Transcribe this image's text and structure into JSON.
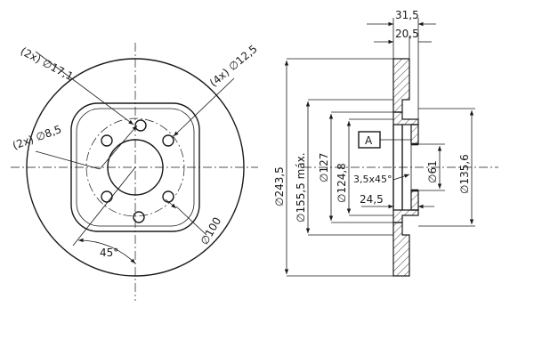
{
  "front_view": {
    "label_holes_outer": "(2x) ∅17,1",
    "label_holes_inner": "(2x) ∅8,5",
    "label_bolts": "(4x) ∅12,5",
    "label_pcd": "∅100",
    "label_angle": "45°"
  },
  "section_view": {
    "dim_total_width": "31,5",
    "dim_hat_width": "20,5",
    "dim_outer_diameter": "∅243,5",
    "dim_braking_max": "∅155,5 máx.",
    "dim_hat_diameter": "∅127",
    "dim_hat_inner": "∅124,8",
    "dim_chamfer": "3,5x45°",
    "dim_hub_depth": "24,5",
    "dim_center_bore": "∅61",
    "dim_hub_outer": "∅135,6",
    "datum_label": "A"
  }
}
